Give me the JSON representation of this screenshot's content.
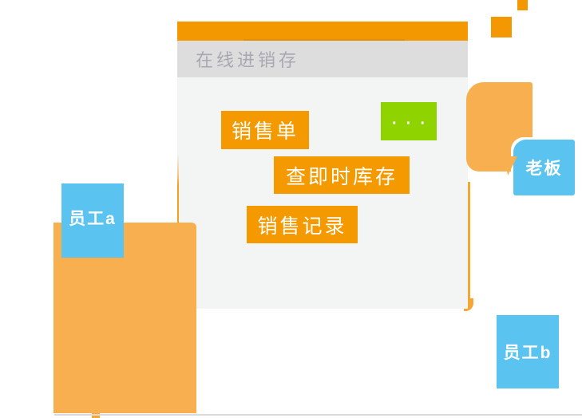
{
  "window": {
    "title": "在线进销存"
  },
  "bubbles": {
    "sales_order": "销售单",
    "typing_dots": "···",
    "check_stock": "查即时库存",
    "sales_record": "销售记录"
  },
  "actors": {
    "employee_a": "员工a",
    "boss": "老板",
    "employee_b": "员工b"
  },
  "colors": {
    "header_orange": "#F39800",
    "header_notch_orange": "#E18E00",
    "bubble_orange": "#F49A00",
    "figure_orange": "#F8AF4F",
    "bubble_green": "#8FD400",
    "actor_blue": "#5BC3F0",
    "titlebar_gray": "#DDDDDE",
    "titlebar_text": "#A8A8B2",
    "panel_body_gray": "#F3F4F4",
    "baseline_gray": "#DBDBDB"
  }
}
